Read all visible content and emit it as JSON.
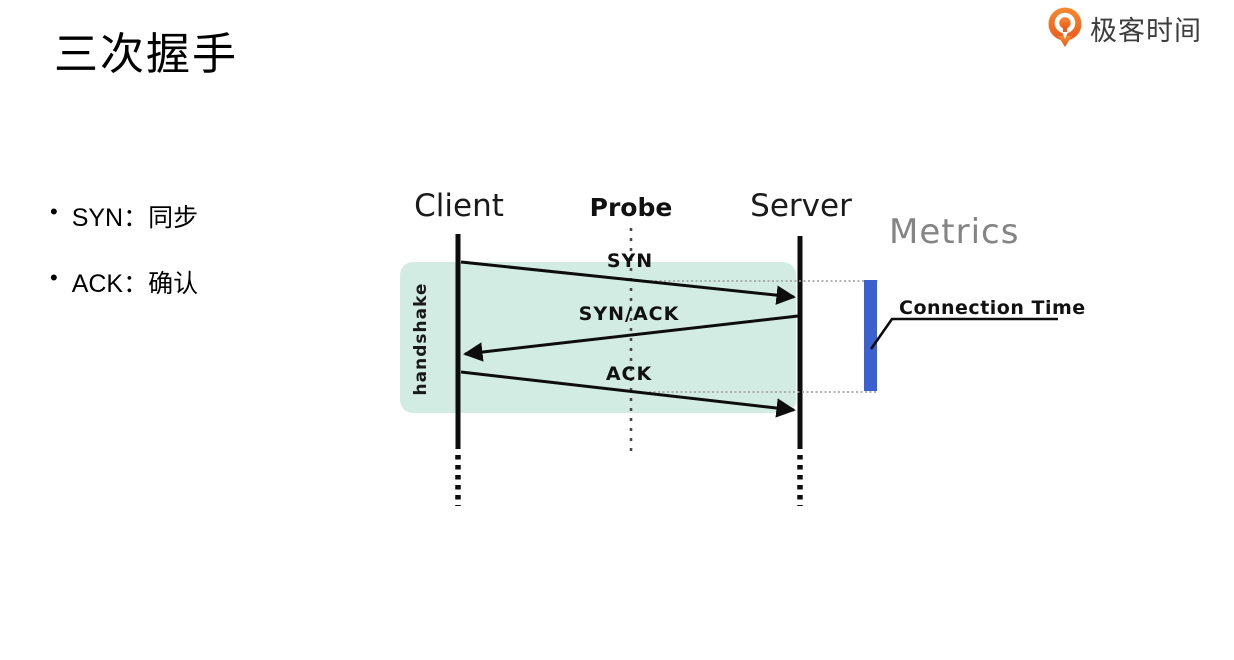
{
  "logo": {
    "text": "极客时间",
    "icon": "geektime-pin-icon",
    "icon_color": "#f06c23",
    "text_color": "#3d3d3d"
  },
  "title": "三次握手",
  "bullets": {
    "marker": "•",
    "items": [
      {
        "text": "SYN：同步"
      },
      {
        "text": "ACK：确认"
      }
    ]
  },
  "diagram": {
    "actors": {
      "client": "Client",
      "probe": "Probe",
      "server": "Server"
    },
    "messages": [
      {
        "label": "SYN",
        "from": "client",
        "to": "server"
      },
      {
        "label": "SYN/ACK",
        "from": "server",
        "to": "client"
      },
      {
        "label": "ACK",
        "from": "client",
        "to": "server"
      }
    ],
    "region_label": "handshake",
    "metrics": {
      "heading": "Metrics",
      "metric_label": "Connection Time",
      "bar_color": "#3b61d1"
    },
    "colors": {
      "region_bg": "#d2ece3",
      "line": "#0d0d0d",
      "metrics_heading": "#848484",
      "guide_dotted": "#9a9a9a"
    }
  }
}
